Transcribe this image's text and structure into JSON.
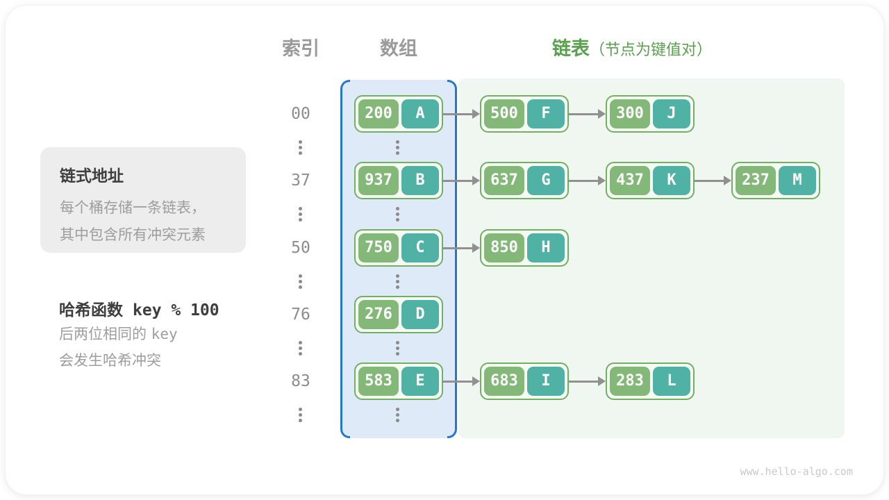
{
  "diagram": {
    "headers": {
      "index": "索引",
      "array": "数组",
      "list": "链表",
      "list_note": "（节点为键值对）"
    },
    "info_box": {
      "title": "链式地址",
      "line1": "每个桶存储一条链表，",
      "line2": "其中包含所有冲突元素"
    },
    "hash_note": {
      "label": "哈希函数",
      "code": "key % 100",
      "line1_text": "后两位相同的",
      "line1_code": "key",
      "line2": "会发生哈希冲突"
    },
    "buckets": [
      {
        "index": "00",
        "head": {
          "key": "200",
          "val": "A"
        },
        "chain": [
          {
            "key": "500",
            "val": "F"
          },
          {
            "key": "300",
            "val": "J"
          }
        ]
      },
      {
        "index": "37",
        "head": {
          "key": "937",
          "val": "B"
        },
        "chain": [
          {
            "key": "637",
            "val": "G"
          },
          {
            "key": "437",
            "val": "K"
          },
          {
            "key": "237",
            "val": "M"
          }
        ]
      },
      {
        "index": "50",
        "head": {
          "key": "750",
          "val": "C"
        },
        "chain": [
          {
            "key": "850",
            "val": "H"
          }
        ]
      },
      {
        "index": "76",
        "head": {
          "key": "276",
          "val": "D"
        },
        "chain": []
      },
      {
        "index": "83",
        "head": {
          "key": "583",
          "val": "E"
        },
        "chain": [
          {
            "key": "683",
            "val": "I"
          },
          {
            "key": "283",
            "val": "L"
          }
        ]
      }
    ],
    "watermark": "www.hello-algo.com",
    "icons": {
      "ellipsis": "vertical-ellipsis",
      "arrow": "arrow-right"
    },
    "colors": {
      "key_pill": "#84b878",
      "value_pill": "#4fb2a5",
      "node_border": "#6fb061",
      "node_bg": "#f5faf3",
      "array_fill": "#deeaf8",
      "array_bracket": "#2478cb",
      "list_fill": "#f0f6f0",
      "header_gray": "#9a9a9a",
      "header_green": "#5aa04e",
      "text_dark": "#3e3e3e",
      "text_gray": "#9d9d9d",
      "index_gray": "#8c8c8c",
      "arrow_gray": "#909090",
      "info_box_bg": "#ededed",
      "watermark_gray": "#c9c9c9"
    }
  }
}
